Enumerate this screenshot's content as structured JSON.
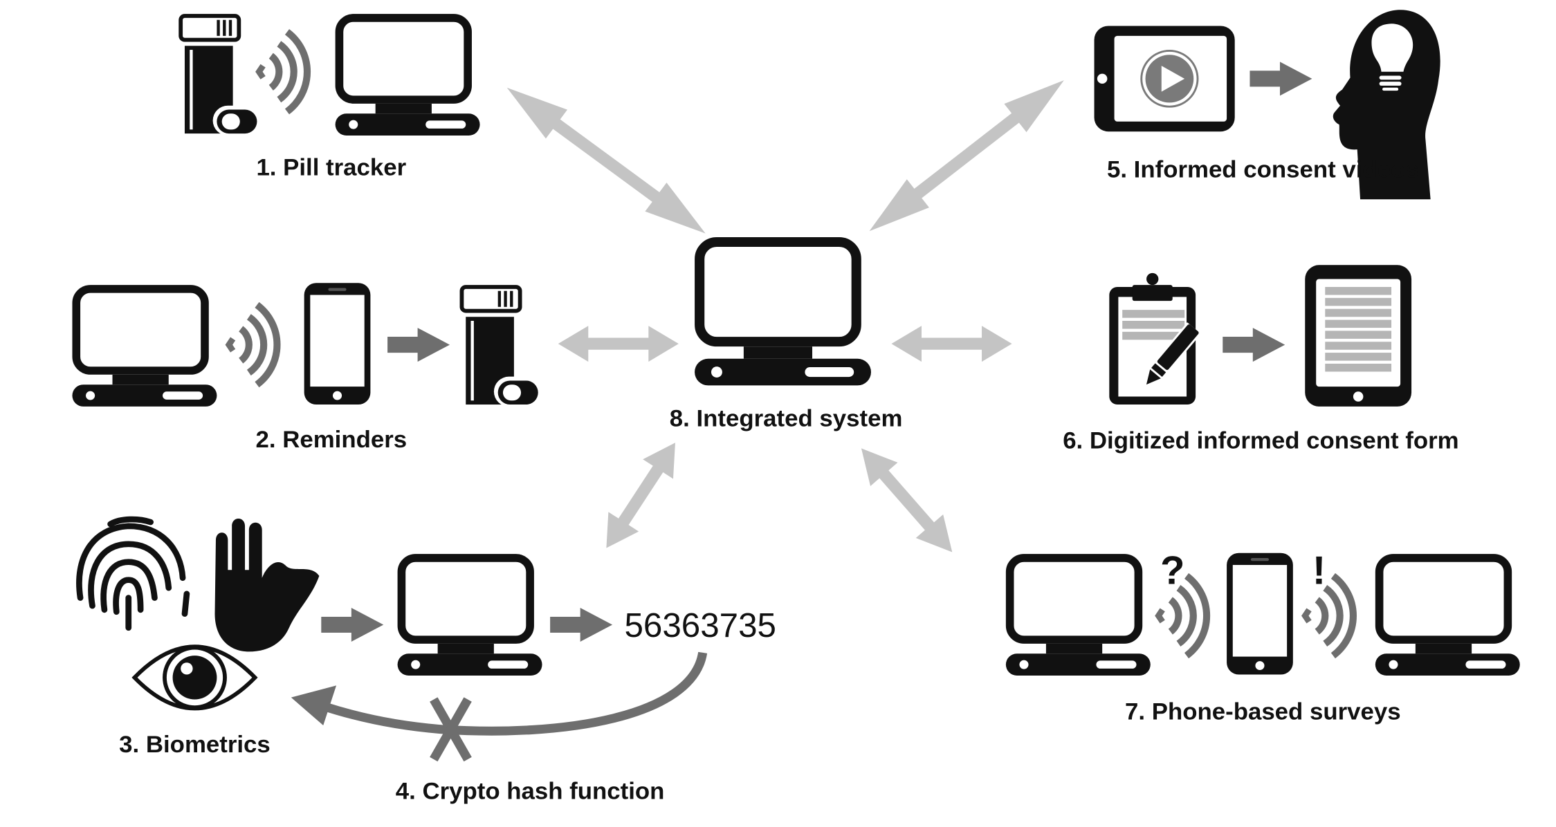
{
  "diagram": {
    "nodes": [
      {
        "id": 1,
        "label": "1. Pill tracker",
        "icons": [
          "pill-bottle",
          "wireless-signal",
          "desktop-computer"
        ]
      },
      {
        "id": 2,
        "label": "2. Reminders",
        "icons": [
          "desktop-computer",
          "wireless-signal",
          "smartphone",
          "arrow-right",
          "pill-bottle"
        ]
      },
      {
        "id": 3,
        "label": "3. Biometrics",
        "icons": [
          "fingerprint",
          "hand",
          "eye"
        ]
      },
      {
        "id": 4,
        "label": "4. Crypto hash function",
        "icons": [
          "arrow-right",
          "desktop-computer",
          "arrow-right",
          "hash-value",
          "irreversible-arrow",
          "x-mark"
        ],
        "hash_value": "56363735"
      },
      {
        "id": 5,
        "label": "5. Informed consent videos",
        "icons": [
          "tablet-play-video",
          "arrow-right",
          "head-lightbulb"
        ]
      },
      {
        "id": 6,
        "label": "6. Digitized informed consent form",
        "icons": [
          "clipboard-pencil",
          "arrow-right",
          "tablet-document"
        ]
      },
      {
        "id": 7,
        "label": "7. Phone-based surveys",
        "icons": [
          "desktop-computer",
          "question-mark",
          "wireless-signal",
          "smartphone",
          "exclamation-mark",
          "wireless-signal",
          "desktop-computer"
        ],
        "symbols": [
          "?",
          "!"
        ]
      },
      {
        "id": 8,
        "label": "8. Integrated system",
        "icons": [
          "desktop-computer"
        ]
      }
    ],
    "edges": [
      {
        "from": 8,
        "to": 1,
        "type": "bidirectional"
      },
      {
        "from": 8,
        "to": 2,
        "type": "bidirectional"
      },
      {
        "from": 8,
        "to": 4,
        "type": "bidirectional"
      },
      {
        "from": 8,
        "to": 5,
        "type": "bidirectional"
      },
      {
        "from": 8,
        "to": 6,
        "type": "bidirectional"
      },
      {
        "from": 8,
        "to": 7,
        "type": "bidirectional"
      }
    ],
    "colors": {
      "icon": "#111111",
      "flow_arrow": "#6e6e6e",
      "link_arrow": "#c4c4c4",
      "form_lines": "#b5b5b5",
      "background": "#ffffff"
    }
  }
}
